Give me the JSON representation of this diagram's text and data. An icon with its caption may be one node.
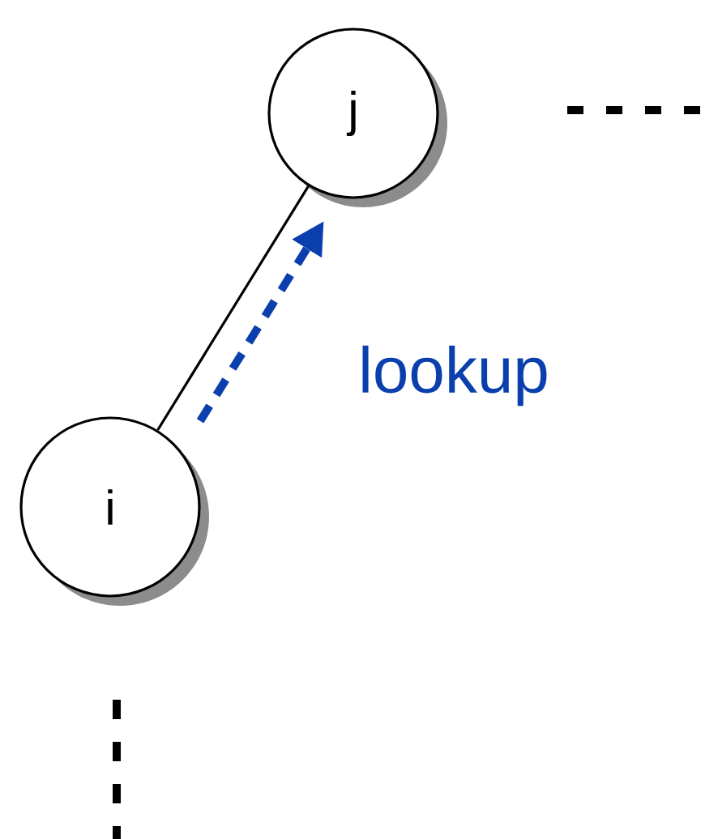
{
  "diagram": {
    "nodes": [
      {
        "text": [
          "j"
        ]
      },
      {
        "text": [
          "i"
        ]
      }
    ],
    "edges": [
      {
        "from": 1,
        "to": 0,
        "arrow": "none"
      },
      {
        "from": 1,
        "to": 0,
        "arrow": "to",
        "style": "dashed",
        "color": "#0b3fae",
        "label": "lookup"
      }
    ]
  }
}
